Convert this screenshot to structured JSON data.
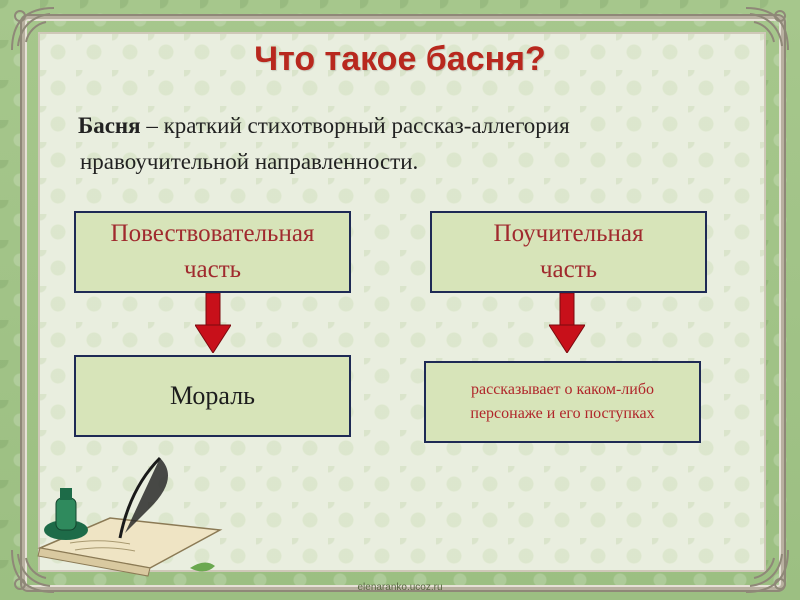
{
  "slide": {
    "title": "Что такое басня?",
    "definition": {
      "term": "Басня",
      "rest_line1": " – краткий стихотворный рассказ-аллегория",
      "line2": "нравоучительной направленности."
    },
    "boxes": {
      "narrative_line1": "Повествовательная",
      "narrative_line2": "часть",
      "moral": "Мораль",
      "instructive_line1": "Поучительная",
      "instructive_line2": "часть",
      "story_line1": "рассказывает о каком-либо",
      "story_line2": "персонаже и его поступках"
    },
    "footer": "elenaranko.ucoz.ru"
  },
  "colors": {
    "title": "#b8281e",
    "box_fill": "#d7e4b9",
    "box_border": "#1e2a55",
    "arrow": "#c8101a"
  },
  "icons": [
    "ornament-corner-icon",
    "down-arrow-icon",
    "inkwell-quill-book-icon"
  ]
}
